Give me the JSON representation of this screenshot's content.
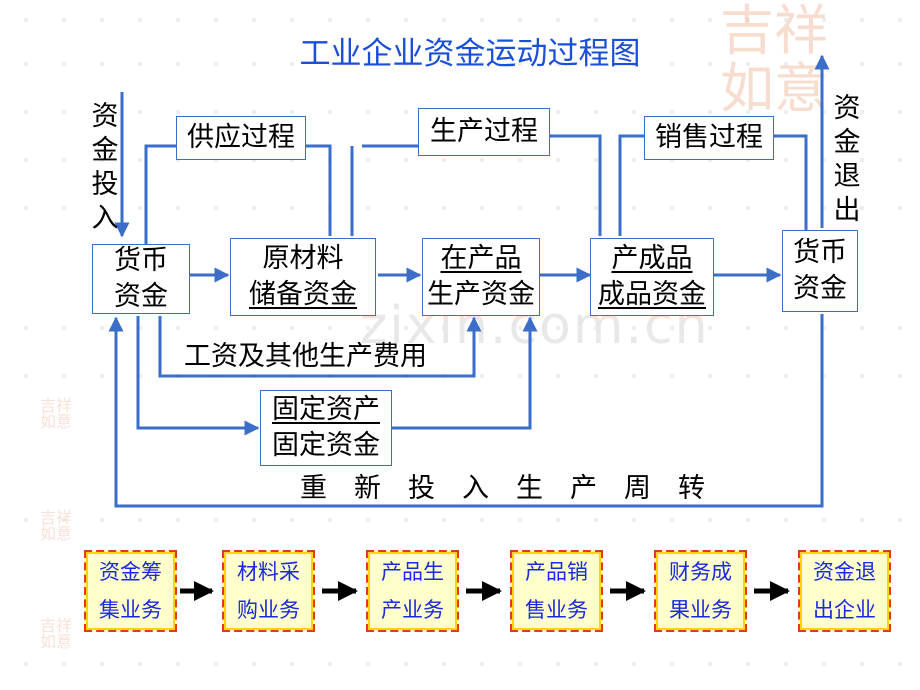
{
  "title": "工业企业资金运动过程图",
  "watermark": "zixin.com.cn",
  "side_labels": {
    "fund_in": "资金投入",
    "fund_out": "资金退出"
  },
  "process_labels": {
    "supply": "供应过程",
    "production": "生产过程",
    "sales": "销售过程"
  },
  "stages": {
    "money_left": [
      "货币",
      "资金"
    ],
    "raw_material": [
      "原材料",
      "储备资金"
    ],
    "wip": [
      "在产品",
      "生产资金"
    ],
    "finished": [
      "产成品",
      "成品资金"
    ],
    "money_right": [
      "货币",
      "资金"
    ]
  },
  "wages_label": "工资及其他生产费用",
  "fixed_assets": [
    "固定资产",
    "固定资金"
  ],
  "reinvest_label": "重新投入生产周转",
  "business_flow": [
    [
      "资金筹",
      "集业务"
    ],
    [
      "材料采",
      "购业务"
    ],
    [
      "产品生",
      "产业务"
    ],
    [
      "产品销",
      "售业务"
    ],
    [
      "财务成",
      "果业务"
    ],
    [
      "资金退",
      "出企业"
    ]
  ],
  "colors": {
    "title": "#1a4fd8",
    "line": "#3a6ec8",
    "biz_text": "#1a2ae0",
    "biz_border": "#e23a1a",
    "biz_fill": "#ffffcc"
  }
}
